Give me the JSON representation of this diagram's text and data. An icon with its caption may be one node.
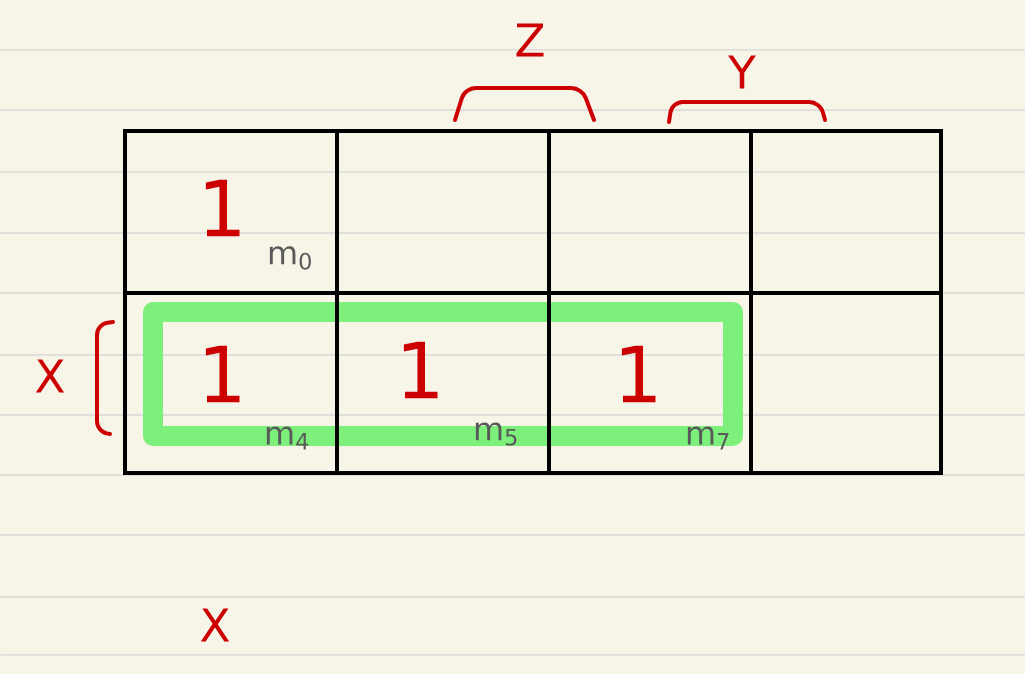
{
  "diagram": {
    "labels": [
      "Z",
      "Y",
      "1",
      "m$_{0}$",
      "X",
      "1",
      "1",
      "1",
      "m$_{4}$",
      "m$_{5}$",
      "m$_{7}$",
      "X"
    ]
  }
}
